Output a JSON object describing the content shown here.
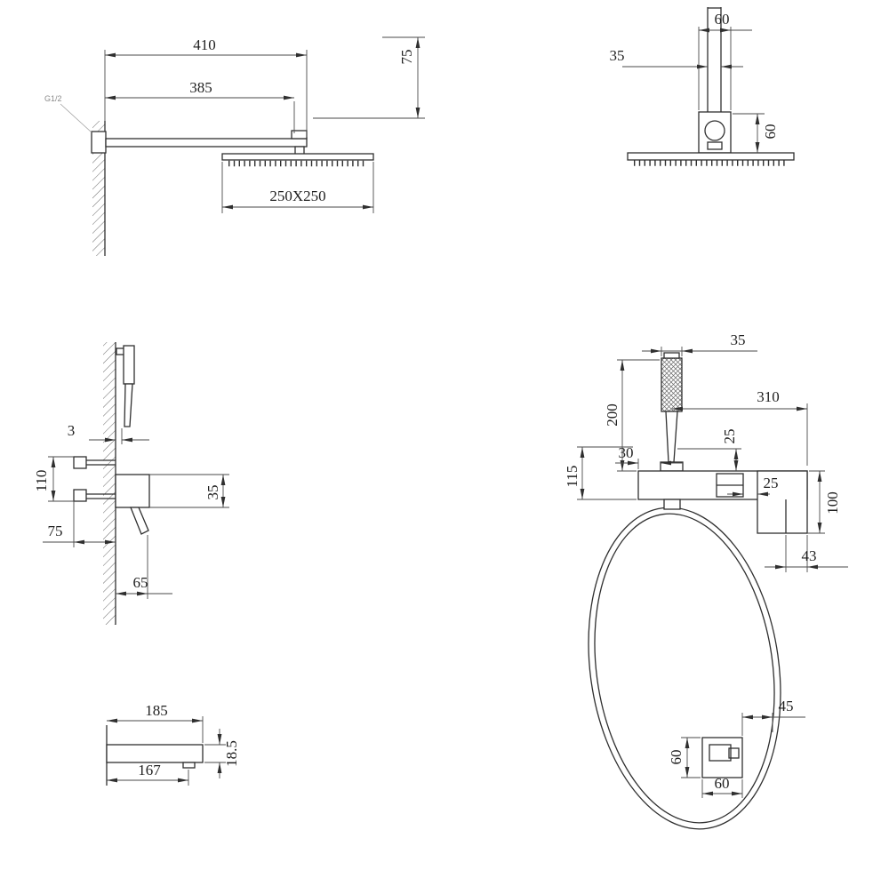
{
  "drawing": {
    "kind": "shower-system-dimension-drawing",
    "views": {
      "head_side": {
        "thread": "G1/2",
        "arm_length": "410",
        "arm_center": "385",
        "drop": "75",
        "head_size": "250X250"
      },
      "head_front": {
        "top_width": "60",
        "pipe_width": "35",
        "side_height": "60"
      },
      "mixer_side": {
        "wall_gap": "3",
        "inlet_spacing": "110",
        "inlet_depth": "75",
        "body_height": "35",
        "reach": "65"
      },
      "hand_shower": {
        "head_width": "35",
        "bar_length": "310",
        "hose_drop": "200",
        "top_offset": "25",
        "end_offset": "30",
        "bracket_height": "115",
        "gap": "25",
        "outlet_drop": "100",
        "outlet_offset": "43"
      },
      "wall_elbow": {
        "hose_gap": "45",
        "height": "60",
        "width": "60"
      },
      "spout": {
        "length": "185",
        "aerator_offset": "167",
        "height": "18.5"
      }
    }
  }
}
